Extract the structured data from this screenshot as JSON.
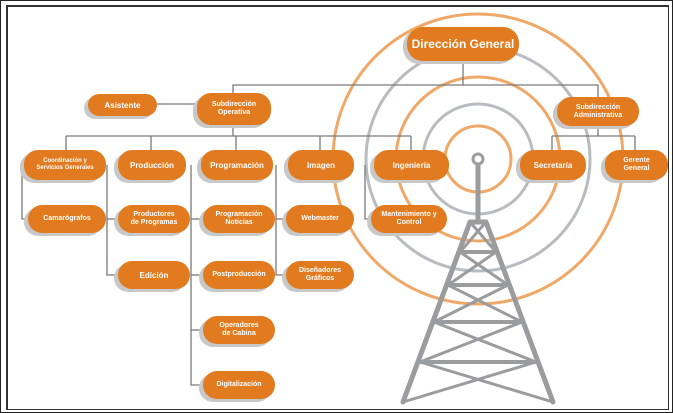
{
  "org_chart": {
    "root": "Dirección General",
    "nodes": {
      "asistente": "Asistente",
      "sub_operativa": "Subdirección\nOperativa",
      "sub_administrativa": "Subdirección\nAdministrativa",
      "coordinacion": "Coordinación y\nServicios Generales",
      "produccion": "Producción",
      "programacion": "Programación",
      "imagen": "Imagen",
      "ingenieria": "Ingeniería",
      "secretaria": "Secretaría",
      "gerente": "Gerente\nGeneral",
      "camarografos": "Camarógrafos",
      "productores": "Productores\nde Programas",
      "programacion_noticias": "Programación\nNoticias",
      "webmaster": "Webmaster",
      "mantenimiento": "Mantenimiento y\nControl",
      "edicion": "Edición",
      "postproduccion": "Postproducción",
      "disenadores": "Diseñadores\nGráficos",
      "operadores": "Operadores\nde Cabina",
      "digitalizacion": "Digitalización"
    }
  },
  "colors": {
    "node": "#e27a1f",
    "lines": "#7a7a7a",
    "shadow": "#c8c8c8",
    "ring_orange": "#f0a868",
    "ring_grey": "#b8bcc0",
    "tower": "#9a9c9e"
  }
}
